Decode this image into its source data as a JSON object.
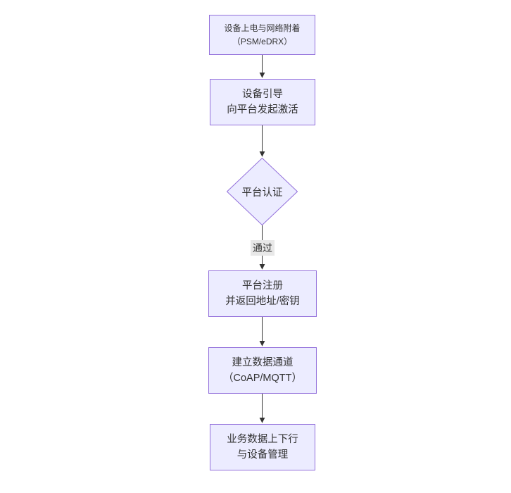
{
  "diagram": {
    "type": "flowchart",
    "direction": "top-down",
    "colors": {
      "canvas_bg": "#ffffff",
      "node_fill": "#ECECFF",
      "node_border": "#9370DB",
      "text": "#333333",
      "arrow": "#333333",
      "edge_label_bg": "#e8e8e8"
    },
    "nodes": [
      {
        "id": "power-attach",
        "type": "rect",
        "line1": "设备上电与网络附着",
        "line2": "（PSM/eDRX）"
      },
      {
        "id": "bootstrap",
        "type": "rect",
        "line1": "设备引导",
        "line2": "向平台发起激活"
      },
      {
        "id": "auth",
        "type": "diamond",
        "line1": "平台认证",
        "line2": ""
      },
      {
        "id": "register",
        "type": "rect",
        "line1": "平台注册",
        "line2": "并返回地址/密钥"
      },
      {
        "id": "channel",
        "type": "rect",
        "line1": "建立数据通道",
        "line2": "（CoAP/MQTT）"
      },
      {
        "id": "business",
        "type": "rect",
        "line1": "业务数据上下行",
        "line2": "与设备管理"
      }
    ],
    "edges": [
      {
        "from": "power-attach",
        "to": "bootstrap",
        "label": ""
      },
      {
        "from": "bootstrap",
        "to": "auth",
        "label": ""
      },
      {
        "from": "auth",
        "to": "register",
        "label": "通过"
      },
      {
        "from": "register",
        "to": "channel",
        "label": ""
      },
      {
        "from": "channel",
        "to": "business",
        "label": ""
      }
    ],
    "edge_label_pass": "通过"
  }
}
